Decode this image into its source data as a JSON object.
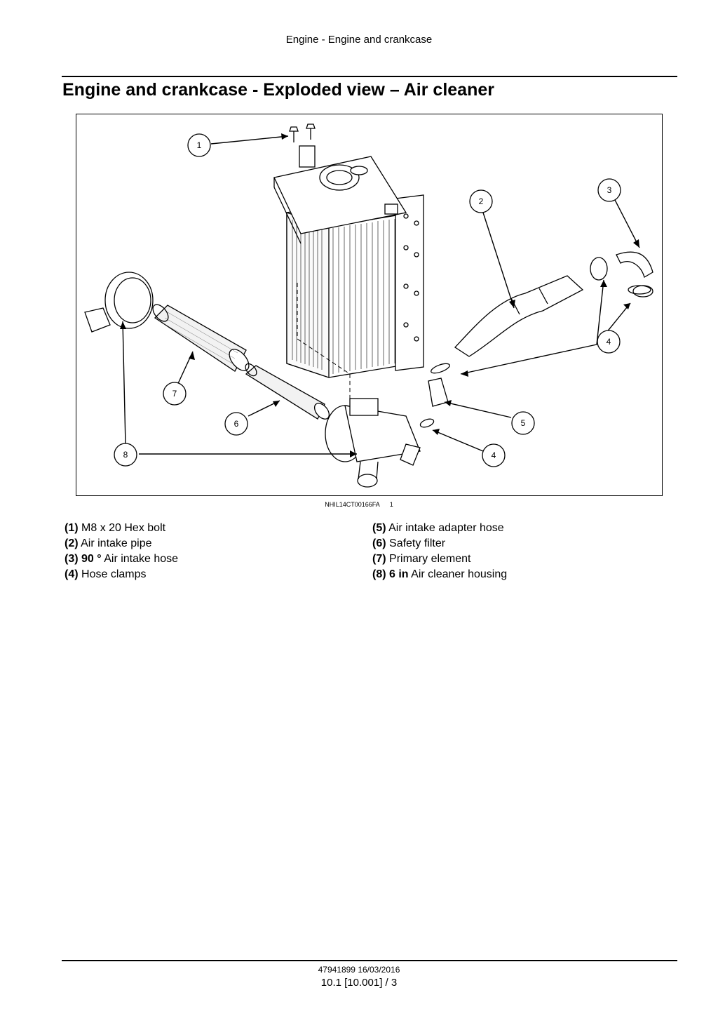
{
  "header": {
    "running_title": "Engine - Engine and crankcase"
  },
  "title": "Engine and crankcase - Exploded view – Air cleaner",
  "figure": {
    "callouts": [
      "1",
      "2",
      "3",
      "4",
      "4",
      "5",
      "6",
      "7",
      "8"
    ],
    "code": "NHIL14CT00166FA",
    "number": "1"
  },
  "legend": {
    "left": [
      {
        "num": "(1)",
        "qualifier": "",
        "text": "M8 x 20 Hex bolt"
      },
      {
        "num": "(2)",
        "qualifier": "",
        "text": "Air intake pipe"
      },
      {
        "num": "(3)",
        "qualifier": "90 °",
        "text": "Air intake hose"
      },
      {
        "num": "(4)",
        "qualifier": "",
        "text": "Hose clamps"
      }
    ],
    "right": [
      {
        "num": "(5)",
        "qualifier": "",
        "text": "Air intake adapter hose"
      },
      {
        "num": "(6)",
        "qualifier": "",
        "text": "Safety filter"
      },
      {
        "num": "(7)",
        "qualifier": "",
        "text": "Primary element"
      },
      {
        "num": "(8)",
        "qualifier": "6 in",
        "text": "Air cleaner housing"
      }
    ]
  },
  "footer": {
    "doc_id": "47941899 16/03/2016",
    "page": "10.1 [10.001] / 3"
  }
}
